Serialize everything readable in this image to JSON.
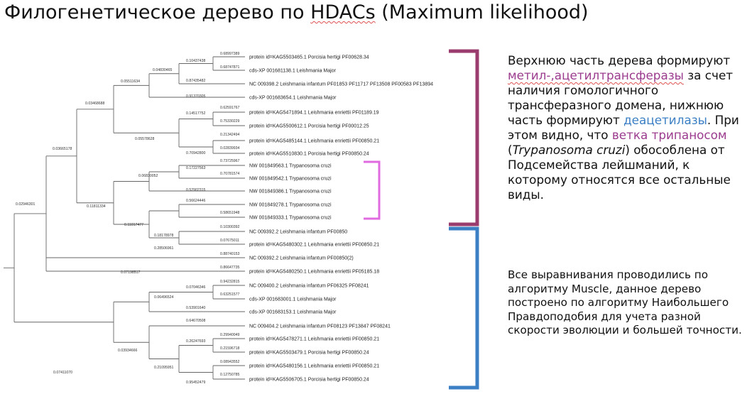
{
  "title": {
    "prefix": "Филогенетическое дерево по ",
    "hdacs": "HDACs",
    "suffix": " (Maximum likelihood)"
  },
  "tree": {
    "leaves": [
      "protein id=KAG5503465.1 Porcisia hertigi PF00628.34",
      "cds-XP 001681138.1 Leishmania Major",
      "NC 009398.2 Leishmania infantum PF01853 PF11717 PF13508 PF00583 PF13894",
      "cds-XP 001683654.1 Leishmania Major",
      "protein id=KAG5471894.1 Leishmania enriettii PF01189.19",
      "protein id=KAG5500612.1 Porcisia hertigi PF00012.25",
      "protein id=KAG5485144.1 Leishmania enriettii PF00850.21",
      "protein id=KAG5510830.1 Porcisia hertigi PF00850.24",
      "NW 001849563.1 Trypanosoma cruzi",
      "NW 001849542.1 Trypanosoma cruzi",
      "NW 001849386.1 Trypanosoma cruzi",
      "NW 001849278.1 Trypanosoma cruzi",
      "NW 001849333.1 Trypanosoma cruzi",
      "NC 009392.2 Leishmania infantum PF00850",
      "protein id=KAG5480302.1 Leishmania enriettii PF00850.21",
      "NC 009392.2 Leishmania infantum PF00850(2)",
      "protein id=KAG5480250.1 Leishmania enriettii PF05185.18",
      "NC 009400.2 Leishmania infantum PF06325 PF08241",
      "cds-XP 001683001.1 Leishmania Major",
      "cds-XP 001683153.1 Leishmania Major",
      "NC 009404.2 Leishmania infantum PF08123 PF13847 PF08241",
      "protein id=KAG5478271.1 Leishmania enriettii PF00850.21",
      "protein id=KAG5503479.1 Porcisia hertigi PF00850.24",
      "protein id=KAG5480156.1 Leishmania enriettii PF00850.21",
      "protein id=KAG5506705.1 Porcisia hertigi PF00850.24"
    ],
    "lengths": [
      "0.02946301",
      "0.07411070",
      "0.03665178",
      "0.07198517",
      "0.03468688",
      "0.11811334",
      "0.05511634",
      "0.05578628",
      "0.04830465",
      "0.91370305",
      "0.10437438",
      "0.87435482",
      "0.68997389",
      "0.68747871",
      "0.14517752",
      "0.70942800",
      "0.62591767",
      "0.75330229",
      "0.21342494",
      "0.02839934",
      "0.06830052",
      "0.11017477",
      "0.17227563",
      "0.52902315",
      "0.73725967",
      "0.70781574",
      "0.56624446",
      "0.58651948",
      "0.18178978",
      "0.28506961",
      "0.10300392",
      "0.07675011",
      "0.88740153",
      "0.86647735",
      "0.06496524",
      "0.03934666",
      "0.07046346",
      "0.53901640",
      "0.94232815",
      "0.63251577",
      "0.21095951",
      "0.64670508",
      "0.26247693",
      "0.95452479",
      "0.29940049",
      "0.21596718",
      "0.08943552",
      "0.12750785"
    ]
  },
  "panel": {
    "p1_a": "Верхнюю часть дерева формируют ",
    "p1_b": "метил-,ацетилтрансферазы",
    "p1_c": " за счет наличия гомологичного трансферазного домена, нижнюю часть формируют ",
    "p1_d": "деацетилазы",
    "p1_e": ". При этом видно, что ",
    "p1_f": "ветка трипаносом",
    "p1_g": " (",
    "p1_h": "Trypanosoma cruzi",
    "p1_i": ") обособлена от Подсемейства лейшманий, к которому относятся все остальные виды.",
    "p2": "Все выравнивания проводились по алгоритму Muscle, данное дерево построено по алгоритму Наибольшего Правдоподобия для учета разной скорости эволюции и большей точности."
  },
  "colors": {
    "purple_bracket": "#9b3c6e",
    "blue_bracket": "#3b7fc4",
    "pink_bracket": "#e06ae0"
  }
}
